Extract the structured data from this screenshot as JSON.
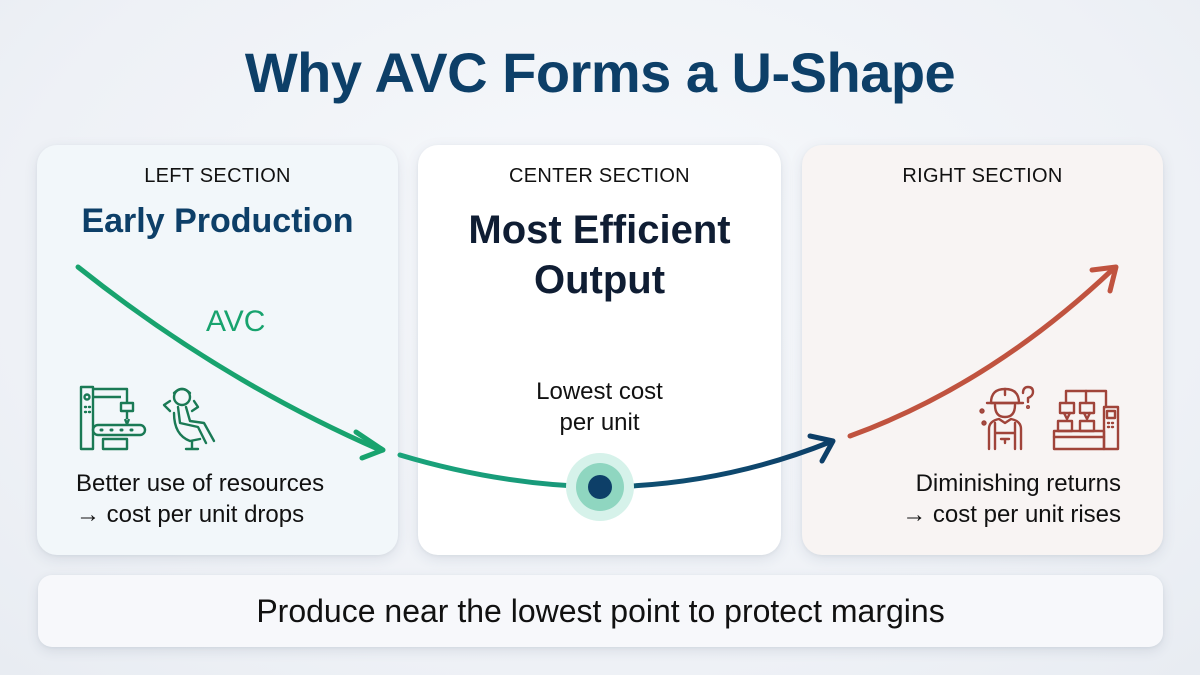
{
  "title": "Why AVC Forms a U-Shape",
  "sections": {
    "left": {
      "label": "LEFT SECTION",
      "heading": "Early Production",
      "curve_label": "AVC",
      "desc_line1": "Better use of resources",
      "desc_line2": "→ cost per unit drops",
      "icons": [
        "cnc-machine-icon",
        "relaxed-worker-icon"
      ]
    },
    "center": {
      "label": "CENTER SECTION",
      "heading_line1": "Most Efficient",
      "heading_line2": "Output",
      "desc_line1": "Lowest cost",
      "desc_line2": "per unit"
    },
    "right": {
      "label": "RIGHT SECTION",
      "desc_line1": "Diminishing returns",
      "desc_line2": "→ cost per unit rises",
      "icons": [
        "confused-worker-icon",
        "crowded-machine-icon"
      ]
    }
  },
  "footer": {
    "message": "Produce near the lowest point to protect margins"
  },
  "colors": {
    "title": "#0d3f68",
    "green": "#18a36e",
    "navy": "#0d3f68",
    "red": "#c0533f"
  }
}
